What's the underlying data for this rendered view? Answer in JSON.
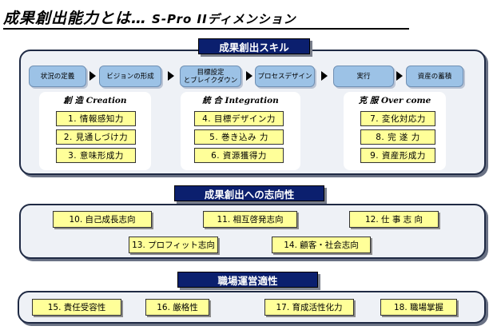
{
  "header": {
    "title": "成果創出能力とは…",
    "subtitle": "S-Pro IIディメンション"
  },
  "sections": [
    {
      "title": "成果創出スキル"
    },
    {
      "title": "成果創出への志向性"
    },
    {
      "title": "職場運営適性"
    }
  ],
  "process_steps": [
    {
      "label": "状況の定義"
    },
    {
      "label": "ビジョンの形成"
    },
    {
      "label": "目標設定\nとブレイクダウン"
    },
    {
      "label": "プロセスデザイン"
    },
    {
      "label": "実行"
    },
    {
      "label": "資産の蓄積"
    }
  ],
  "skill_groups": [
    {
      "title": "創 造  Creation",
      "items": [
        "1. 情報感知力",
        "2. 見通しづけ力",
        "3. 意味形成力"
      ]
    },
    {
      "title": "統 合  Integration",
      "items": [
        "4. 目標デザイン力",
        "5. 巻き込み 力",
        "6. 資源獲得力"
      ]
    },
    {
      "title": "克 服  Over come",
      "items": [
        "7. 変化対応力",
        "8. 完 遂 力",
        "9. 資産形成力"
      ]
    }
  ],
  "orientation_items": [
    {
      "label": "10. 自己成長志向"
    },
    {
      "label": "11. 相互啓発志向"
    },
    {
      "label": "12. 仕 事 志 向"
    },
    {
      "label": "13. プロフィット志向"
    },
    {
      "label": "14. 顧客・社会志向"
    }
  ],
  "workplace_items": [
    {
      "label": "15. 責任受容性"
    },
    {
      "label": "16. 厳格性"
    },
    {
      "label": "17. 育成活性化力"
    },
    {
      "label": "18. 職場掌握"
    }
  ],
  "colors": {
    "banner": "#0b1f6e",
    "panel": "#eef1f6",
    "step": "#9cc2e6",
    "item": "#ffff99"
  }
}
